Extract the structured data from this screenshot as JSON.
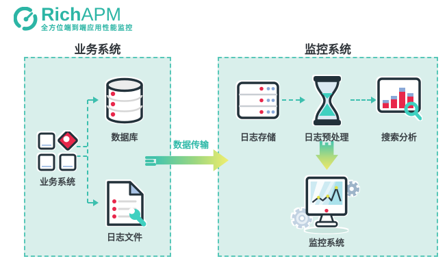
{
  "logo": {
    "brand_bold": "Rich",
    "brand_light": "APM",
    "tagline": "全方位端到端应用性能监控"
  },
  "left_panel": {
    "title": "业务系统",
    "database_label": "数据库",
    "business_label": "业务系统",
    "logfile_label": "日志文件"
  },
  "transfer": {
    "label": "数据传输"
  },
  "right_panel": {
    "title": "监控系统",
    "storage_label": "日志存储",
    "preprocess_label": "日志预处理",
    "search_label": "搜索分析",
    "monitor_label": "监控系统"
  },
  "colors": {
    "brand_teal": "#2cb5a5",
    "panel_bg": "#d9efeb",
    "panel_border": "#57c7b8",
    "icon_outline": "#22313a",
    "accent_red": "#e8274b",
    "accent_blue": "#8aa8d8",
    "accent_teal": "#3fd0c0",
    "arrow_gradient_start": "#45c5ad",
    "arrow_gradient_end": "#f0ee6e",
    "label_dark": "#3a4045"
  }
}
